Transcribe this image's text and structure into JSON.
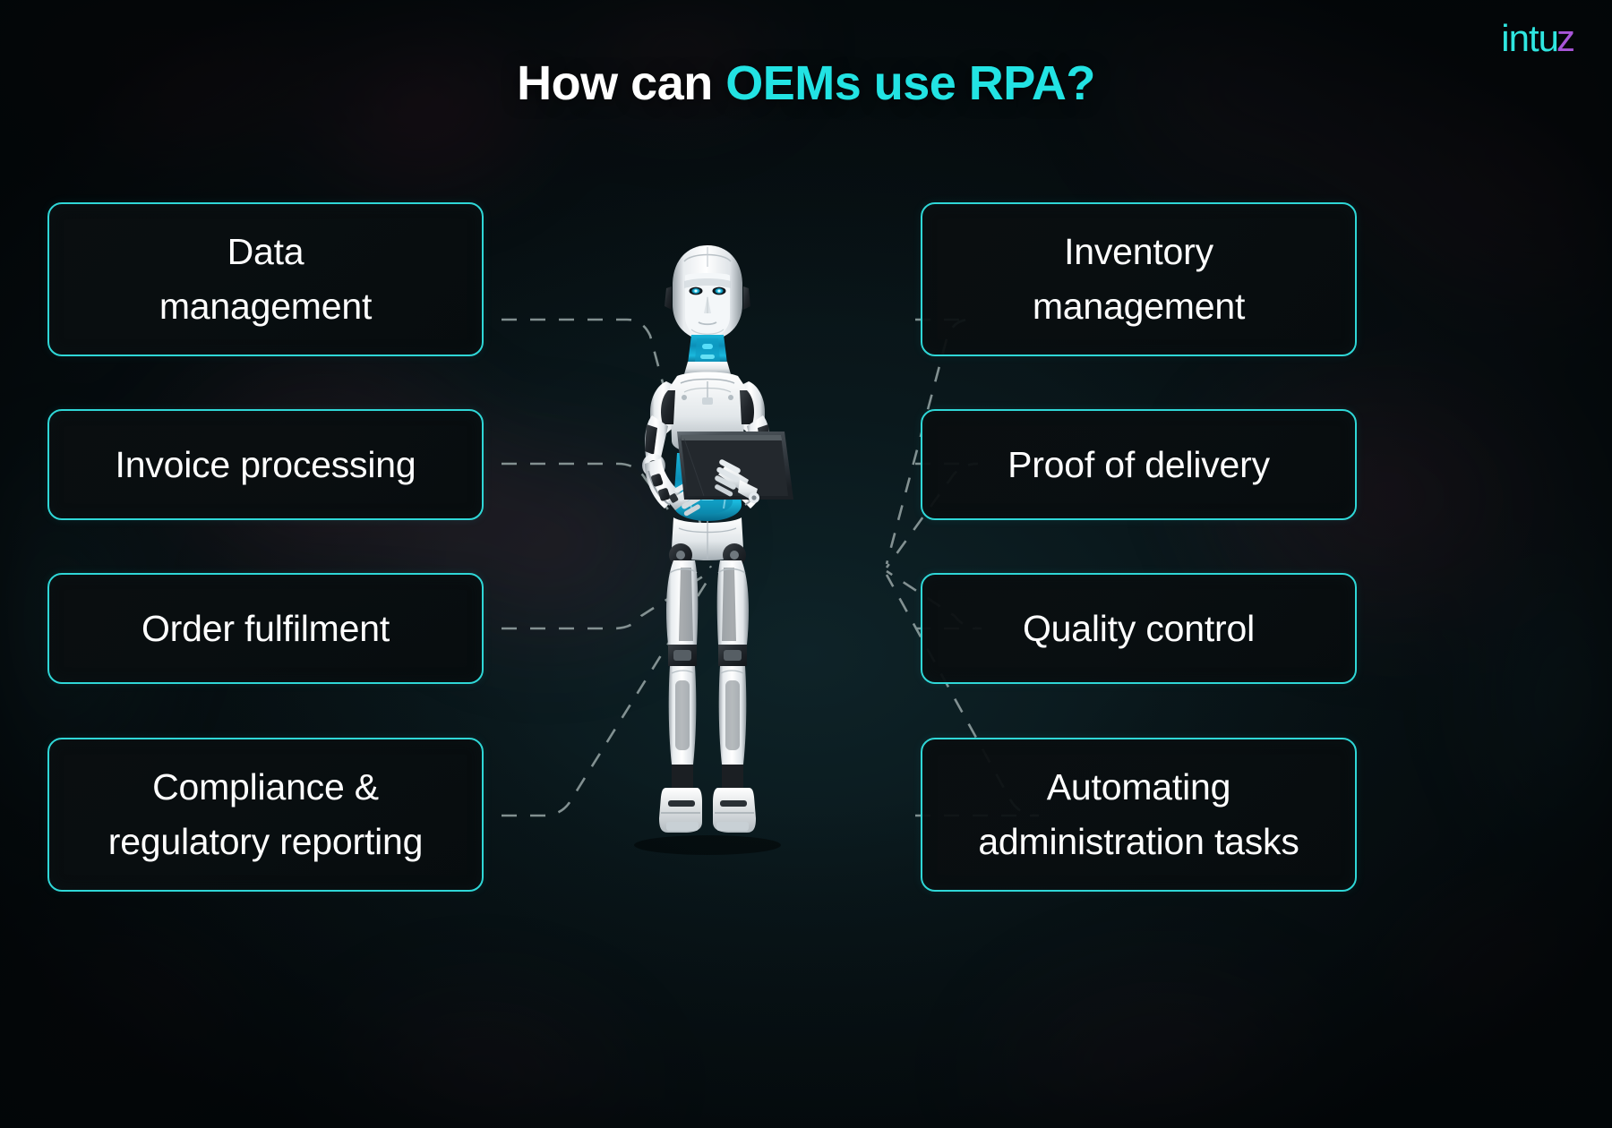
{
  "page": {
    "background_color": "#0a1214",
    "accent_color": "#22e3e3",
    "border_color": "#2fd7d7",
    "text_color": "#ffffff"
  },
  "logo": {
    "name": "intuz-logo",
    "main_text": "intu",
    "accent_text": "z",
    "main_color": "#2fe6e0",
    "accent_color": "#a855d8"
  },
  "title": {
    "prefix": "How can ",
    "highlight": "OEMs use RPA?",
    "full": "How can OEMs use RPA?"
  },
  "left_column": [
    {
      "id": "data-management",
      "lines": [
        "Data",
        "management"
      ]
    },
    {
      "id": "invoice-processing",
      "lines": [
        "Invoice processing"
      ]
    },
    {
      "id": "order-fulfilment",
      "lines": [
        "Order fulfilment"
      ]
    },
    {
      "id": "compliance-regulatory",
      "lines": [
        "Compliance &",
        "regulatory reporting"
      ]
    }
  ],
  "right_column": [
    {
      "id": "inventory-management",
      "lines": [
        "Inventory",
        "management"
      ]
    },
    {
      "id": "proof-of-delivery",
      "lines": [
        "Proof of delivery"
      ]
    },
    {
      "id": "quality-control",
      "lines": [
        "Quality control"
      ]
    },
    {
      "id": "automating-administration",
      "lines": [
        "Automating",
        "administration tasks"
      ]
    }
  ],
  "center_image": {
    "name": "humanoid-robot-with-tablet",
    "description": "White and cyan humanoid robot standing and holding a dark tablet"
  },
  "connectors": {
    "style": "dashed",
    "color": "#98a6a6",
    "count": 8
  }
}
